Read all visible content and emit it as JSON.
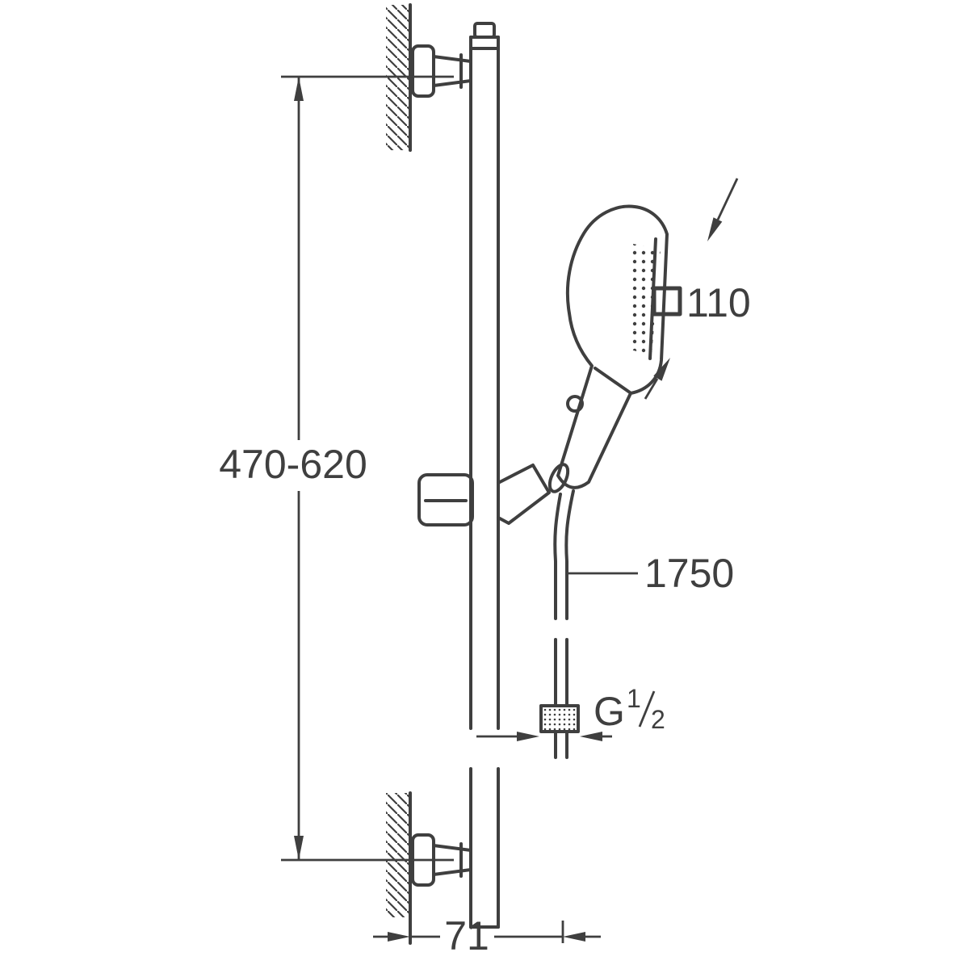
{
  "drawing": {
    "line_color": "#3f3f3f",
    "background_color": "#ffffff",
    "description": "Dimensional technical drawing of a shower rail set with hand shower, wall brackets and hose"
  },
  "labels": {
    "bracket_distance": "470-620",
    "head_size": "110",
    "hose_length": "1750",
    "thread_prefix": "G",
    "thread_numerator": "1",
    "thread_denominator": "2",
    "wall_offset": "71"
  }
}
